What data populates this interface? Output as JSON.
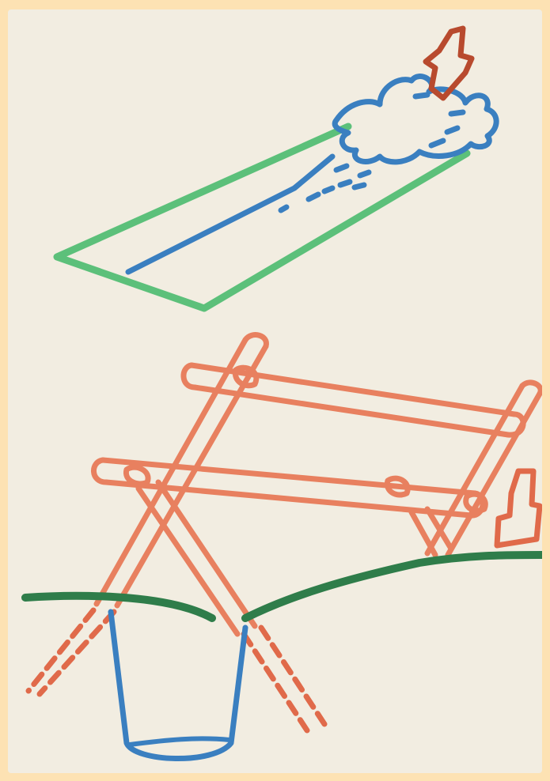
{
  "colors": {
    "frame": "#fde2b3",
    "paper": "#f2ede1",
    "channel": "#5cc07a",
    "water": "#3a7fc0",
    "spade": "#b84a2e",
    "frame_wood": "#e8805f",
    "ground": "#2f7d4a",
    "stake": "#e06a4a"
  },
  "scenes": {
    "top": {
      "elements": [
        "water-channel",
        "water-stream",
        "dug-soil-pile",
        "spade"
      ]
    },
    "bottom": {
      "elements": [
        "sawhorse-frame",
        "ground-line",
        "dug-pit",
        "stakes",
        "spade"
      ]
    }
  }
}
